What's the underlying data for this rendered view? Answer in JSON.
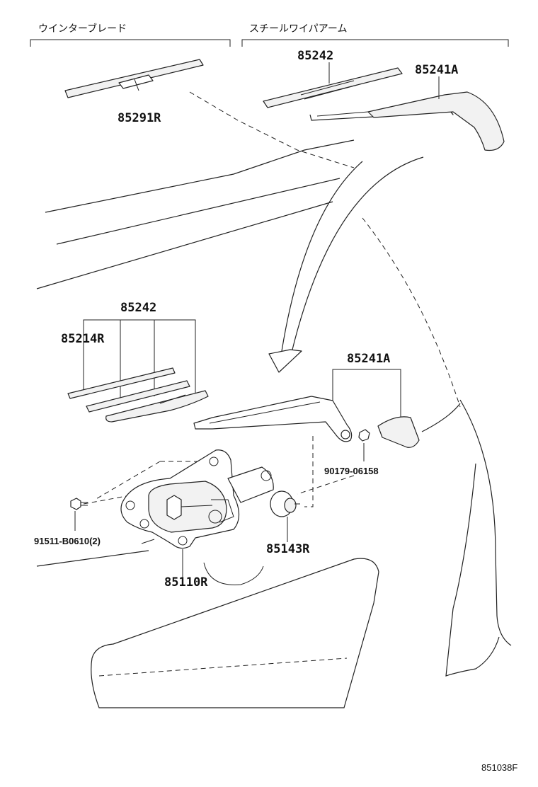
{
  "headers": {
    "winter_blade": "ウインターブレード",
    "steel_wiper_arm": "スチールワイパアーム"
  },
  "parts": {
    "p85242_top": "85242",
    "p85241A_top": "85241A",
    "p85291R": "85291R",
    "p85242_mid": "85242",
    "p85214R": "85214R",
    "p85241A_mid": "85241A",
    "p90179": "90179-06158",
    "p91511": "91511-B0610(2)",
    "p85143R": "85143R",
    "p85110R": "85110R"
  },
  "figure_code": "851038F"
}
